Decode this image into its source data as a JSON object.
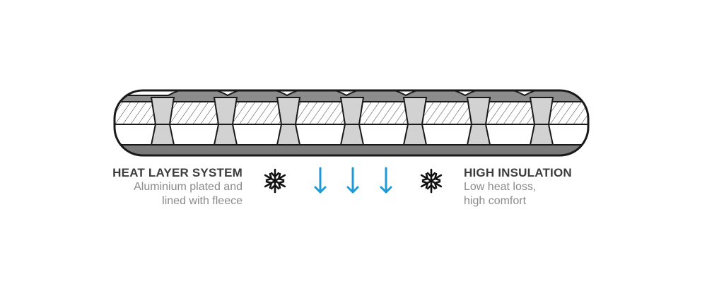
{
  "left_label": {
    "title": "HEAT LAYER SYSTEM",
    "line1": "Aluminium plated and",
    "line2": "lined with fleece"
  },
  "right_label": {
    "title": "HIGH INSULATION",
    "line1": "Low heat loss,",
    "line2": "high comfort"
  },
  "icons": [
    "snowflake-icon",
    "arrow-down-icon",
    "snowflake-icon"
  ],
  "colors": {
    "outline": "#1a1a1a",
    "top_fill": "#8c8c8c",
    "bottom_fill": "#7a7a7a",
    "baffle_fill": "#d2d2d2",
    "arrow": "#1e9ad6",
    "title_text": "#3c3c3c",
    "sub_text": "#8a8a8a"
  }
}
